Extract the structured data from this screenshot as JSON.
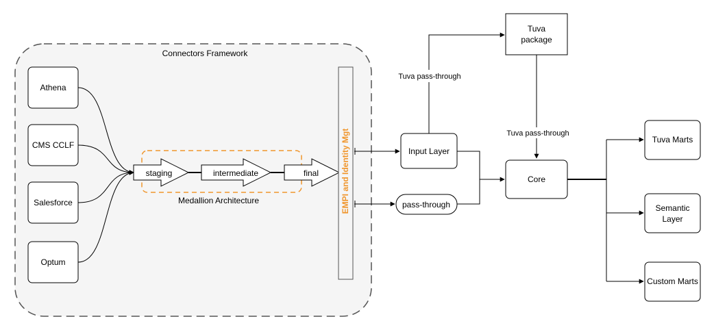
{
  "colors": {
    "frame_fill": "#f5f5f5",
    "frame_stroke": "#555555",
    "accent": "#f0962d",
    "edge": "#000000",
    "box_stroke": "#000000"
  },
  "framework": {
    "title": "Connectors Framework"
  },
  "sources": {
    "athena": "Athena",
    "cms_cclf": "CMS CCLF",
    "salesforce": "Salesforce",
    "optum": "Optum"
  },
  "medallion": {
    "title": "Medallion Architecture",
    "staging": "staging",
    "intermediate": "intermediate",
    "final": "final"
  },
  "empi": {
    "label": "EMPI and Identity Mgt"
  },
  "layers": {
    "input_layer": "Input Layer",
    "pass_through": "pass-through",
    "core": "Core",
    "tuva_package_line1": "Tuva",
    "tuva_package_line2": "package"
  },
  "edge_labels": {
    "tuva_pass_through_top": "Tuva pass-through",
    "tuva_pass_through_core": "Tuva pass-through"
  },
  "outputs": {
    "tuva_marts": "Tuva Marts",
    "semantic_layer_line1": "Semantic",
    "semantic_layer_line2": "Layer",
    "custom_marts": "Custom Marts"
  }
}
